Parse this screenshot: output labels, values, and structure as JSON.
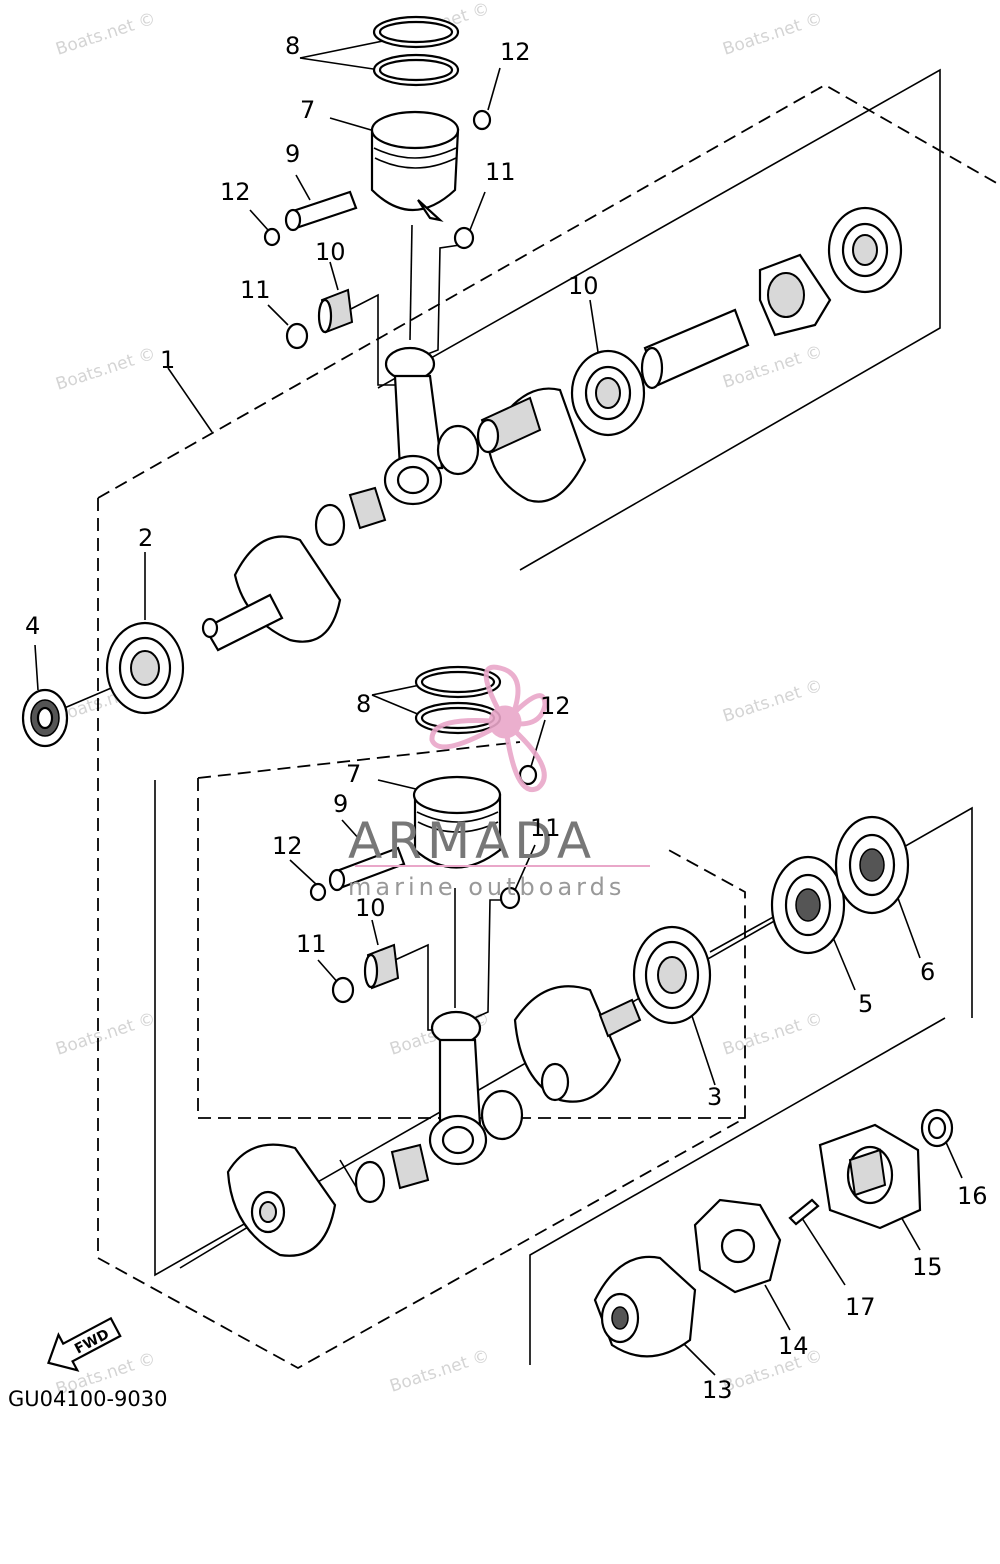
{
  "diagram_code": "GU04100-9030",
  "fwd_label": "FWD",
  "watermark_text": "Boats.net ©",
  "brand": {
    "name": "ARMADA",
    "tagline": "marine outboards",
    "color": "#e9a7c9"
  },
  "callouts": {
    "c1": "1",
    "c2": "2",
    "c3": "3",
    "c4": "4",
    "c5": "5",
    "c6": "6",
    "c8a": "8",
    "c7a": "7",
    "c9a": "9",
    "c12a": "12",
    "c12b": "12",
    "c11a": "11",
    "c10a": "10",
    "c11b": "11",
    "c10b": "10",
    "c8b": "8",
    "c12c": "12",
    "c7b": "7",
    "c9b": "9",
    "c12d": "12",
    "c11c": "11",
    "c10c": "10",
    "c11d": "11",
    "c13": "13",
    "c14": "14",
    "c15": "15",
    "c16": "16",
    "c17": "17"
  }
}
